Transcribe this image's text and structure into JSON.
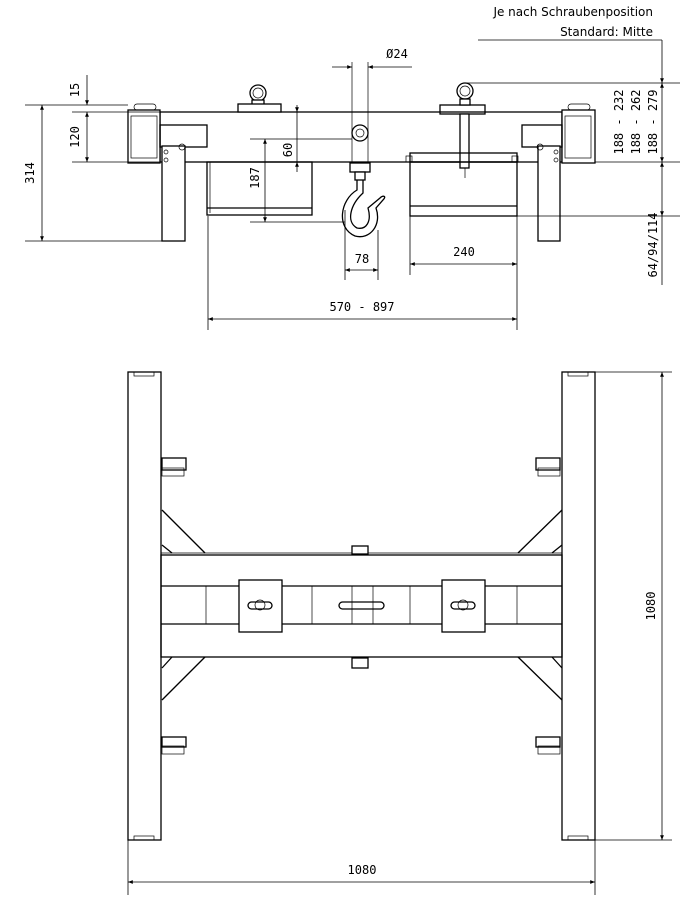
{
  "notes": {
    "line1": "Je nach Schraubenposition",
    "line2": "Standard: Mitte"
  },
  "side_view": {
    "dim_15": "15",
    "dim_120": "120",
    "dim_314": "314",
    "dim_60": "60",
    "dim_187": "187",
    "dim_diameter": "Ø24",
    "dim_78": "78",
    "dim_240": "240",
    "dim_span": "570 - 897",
    "dim_height_1": "188 - 232",
    "dim_height_2": "188 - 262",
    "dim_height_3": "188 - 279",
    "dim_fork": "64/94/114"
  },
  "top_view": {
    "dim_length": "1080",
    "dim_width": "1080"
  }
}
